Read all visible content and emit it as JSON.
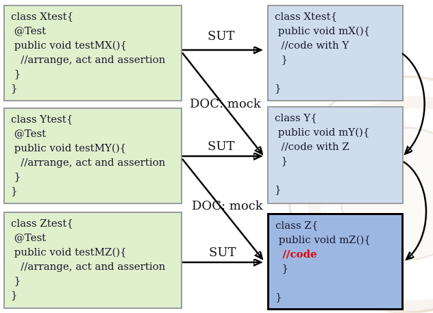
{
  "diagram": {
    "test_boxes": [
      {
        "title": "class Xtest{",
        "lines": [
          "class Xtest{",
          " @Test",
          " public void testMX(){",
          "   //arrange, act and assertion",
          " }",
          "}"
        ]
      },
      {
        "title": "class Ytest{",
        "lines": [
          "class Ytest{",
          " @Test",
          " public void testMY(){",
          "   //arrange, act and assertion",
          " }",
          "}"
        ]
      },
      {
        "title": "class Ztest{",
        "lines": [
          "class Ztest{",
          " @Test",
          " public void testMZ(){",
          "   //arrange, act and assertion",
          " }",
          "}"
        ]
      }
    ],
    "class_boxes": [
      {
        "title": "class Xtest{",
        "lines": [
          "class Xtest{",
          " public void mX(){",
          "  //code with Y",
          "  }",
          "",
          "}"
        ],
        "highlighted": false
      },
      {
        "title": "class Y{",
        "lines": [
          "class Y{",
          " public void mY(){",
          "  //code with Z",
          "  }",
          "",
          "}"
        ],
        "highlighted": false
      },
      {
        "title": "class Z{",
        "lines": [
          "class Z{",
          " public void mZ(){",
          "  //code",
          "  }",
          "",
          "}"
        ],
        "highlighted": true,
        "highlight_line_index": 2
      }
    ],
    "arrow_labels": {
      "sut_x": "SUT",
      "doc_x_mock": "DOC: mock",
      "sut_y": "SUT",
      "doc_y_mock": "DOC: mock",
      "sut_z": "SUT"
    },
    "colors": {
      "test_box_fill": "#dff0cc",
      "class_box_fill": "#cfdcee",
      "highlight_box_fill": "#9cb8e2",
      "box_border": "#9a9a9a",
      "highlight_box_border": "#000000",
      "code_highlight_text": "#e00000",
      "code_text": "#15152a",
      "arrow": "#000000"
    }
  }
}
